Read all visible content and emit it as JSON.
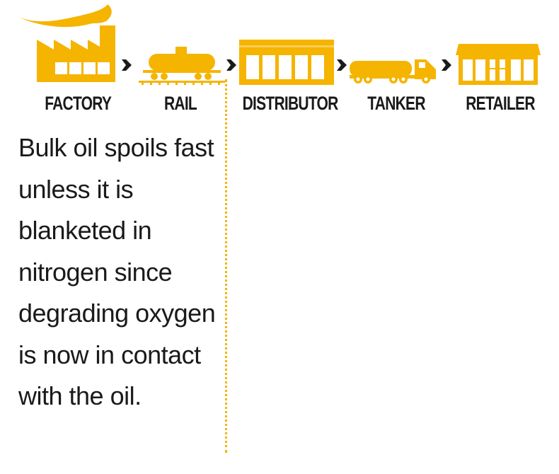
{
  "colors": {
    "accent": "#F5B400",
    "ink": "#1A1A1A",
    "background": "#FFFFFF"
  },
  "stages": [
    {
      "id": "factory",
      "label": "FACTORY",
      "icon": "factory-icon"
    },
    {
      "id": "rail",
      "label": "RAIL",
      "icon": "rail-tank-car-icon"
    },
    {
      "id": "distributor",
      "label": "DISTRIBUTOR",
      "icon": "warehouse-icon"
    },
    {
      "id": "tanker",
      "label": "TANKER",
      "icon": "tanker-truck-icon"
    },
    {
      "id": "retailer",
      "label": "RETAILER",
      "icon": "store-icon"
    }
  ],
  "note": "Bulk oil spoils fast unless it is blanketed in nitrogen since degrading oxygen is now in contact with the oil."
}
